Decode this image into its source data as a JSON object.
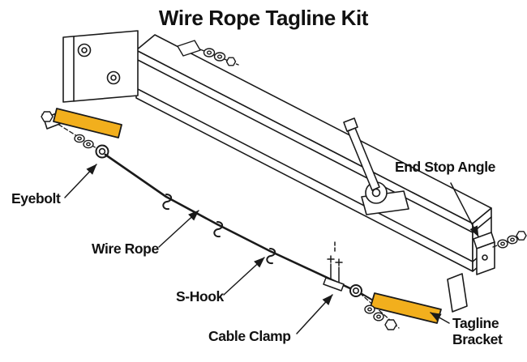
{
  "title": "Wire Rope Tagline Kit",
  "colors": {
    "highlight": "#F2AF1D",
    "line": "#1A1A1A",
    "background": "#FFFFFF"
  },
  "labels": {
    "eyebolt": "Eyebolt",
    "wire_rope": "Wire Rope",
    "s_hook": "S-Hook",
    "cable_clamp": "Cable Clamp",
    "end_stop_angle": "End Stop Angle",
    "tagline_bracket_line1": "Tagline",
    "tagline_bracket_line2": "Bracket"
  }
}
